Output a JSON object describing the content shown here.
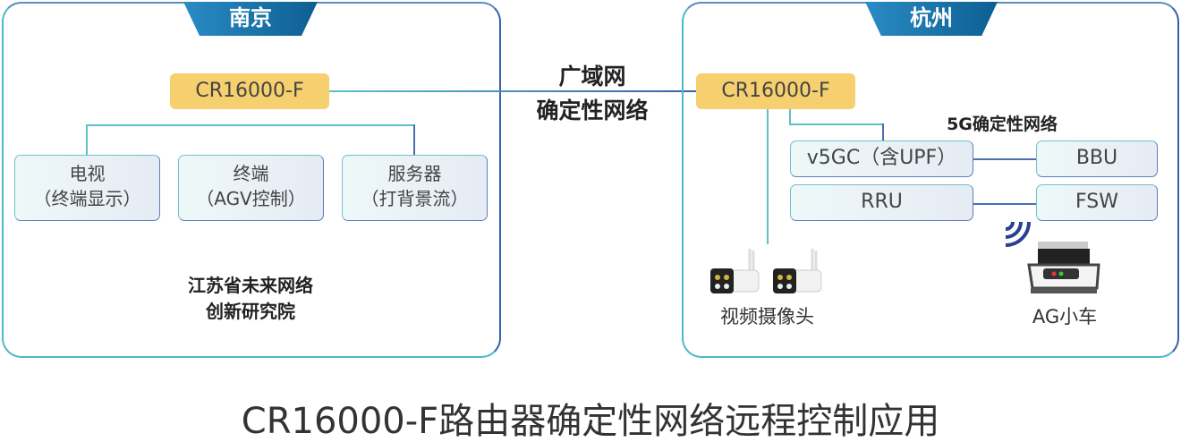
{
  "nanjing": {
    "title": "南京",
    "router": "CR16000-F",
    "nodes": [
      {
        "line1": "电视",
        "line2": "（终端显示）"
      },
      {
        "line1": "终端",
        "line2": "（AGV控制）"
      },
      {
        "line1": "服务器",
        "line2": "（打背景流）"
      }
    ],
    "org_line1": "江苏省未来网络",
    "org_line2": "创新研究院"
  },
  "wan": {
    "line1": "广域网",
    "line2": "确定性网络"
  },
  "hangzhou": {
    "title": "杭州",
    "router": "CR16000-F",
    "net5g": "5G确定性网络",
    "v5gc": "v5GC（含UPF）",
    "bbu": "BBU",
    "rru": "RRU",
    "fsw": "FSW",
    "camera_label": "视频摄像头",
    "agv_label": "AG小车"
  },
  "caption": "CR16000-F路由器确定性网络远程控制应用",
  "colors": {
    "router": "#f6d06e",
    "tab": "#1a74ac",
    "line": "#4a6fb0"
  }
}
